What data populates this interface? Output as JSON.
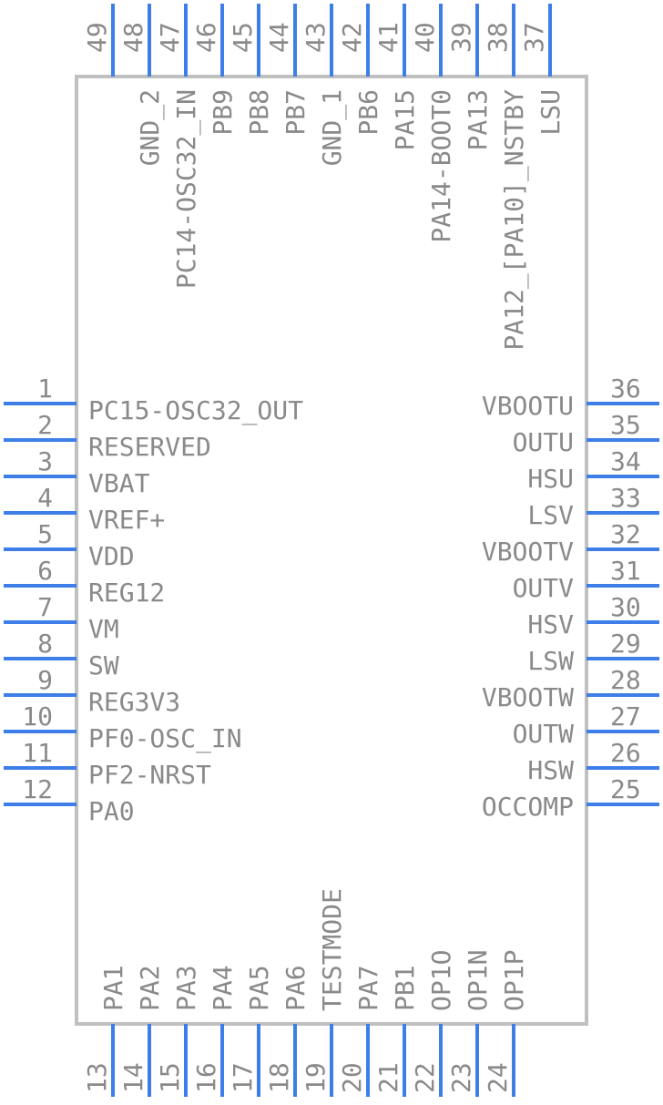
{
  "colors": {
    "body_outline": "#c0c0c0",
    "pin_line": "#3d7ee8",
    "text": "#8a8a8a",
    "background": "#ffffff"
  },
  "pins": {
    "left": [
      {
        "num": "1",
        "name": "PC15-OSC32_OUT"
      },
      {
        "num": "2",
        "name": "RESERVED"
      },
      {
        "num": "3",
        "name": "VBAT"
      },
      {
        "num": "4",
        "name": "VREF+"
      },
      {
        "num": "5",
        "name": "VDD"
      },
      {
        "num": "6",
        "name": "REG12"
      },
      {
        "num": "7",
        "name": "VM"
      },
      {
        "num": "8",
        "name": "SW"
      },
      {
        "num": "9",
        "name": "REG3V3"
      },
      {
        "num": "10",
        "name": "PF0-OSC_IN"
      },
      {
        "num": "11",
        "name": "PF2-NRST"
      },
      {
        "num": "12",
        "name": "PA0"
      }
    ],
    "bottom": [
      {
        "num": "13",
        "name": "PA1"
      },
      {
        "num": "14",
        "name": "PA2"
      },
      {
        "num": "15",
        "name": "PA3"
      },
      {
        "num": "16",
        "name": "PA4"
      },
      {
        "num": "17",
        "name": "PA5"
      },
      {
        "num": "18",
        "name": "PA6"
      },
      {
        "num": "19",
        "name": "TESTMODE"
      },
      {
        "num": "20",
        "name": "PA7"
      },
      {
        "num": "21",
        "name": "PB1"
      },
      {
        "num": "22",
        "name": "OP1O"
      },
      {
        "num": "23",
        "name": "OP1N"
      },
      {
        "num": "24",
        "name": "OP1P"
      }
    ],
    "right": [
      {
        "num": "25",
        "name": "OCCOMP"
      },
      {
        "num": "26",
        "name": "HSW"
      },
      {
        "num": "27",
        "name": "OUTW"
      },
      {
        "num": "28",
        "name": "VBOOTW"
      },
      {
        "num": "29",
        "name": "LSW"
      },
      {
        "num": "30",
        "name": "HSV"
      },
      {
        "num": "31",
        "name": "OUTV"
      },
      {
        "num": "32",
        "name": "VBOOTV"
      },
      {
        "num": "33",
        "name": "LSV"
      },
      {
        "num": "34",
        "name": "HSU"
      },
      {
        "num": "35",
        "name": "OUTU"
      },
      {
        "num": "36",
        "name": "VBOOTU"
      }
    ],
    "top": [
      {
        "num": "37",
        "name": "LSU"
      },
      {
        "num": "38",
        "name": "PA12_[PA10]_NSTBY"
      },
      {
        "num": "39",
        "name": "PA13"
      },
      {
        "num": "40",
        "name": "PA14-BOOT0"
      },
      {
        "num": "41",
        "name": "PA15"
      },
      {
        "num": "42",
        "name": "PB6"
      },
      {
        "num": "43",
        "name": "GND_1"
      },
      {
        "num": "44",
        "name": "PB7"
      },
      {
        "num": "45",
        "name": "PB8"
      },
      {
        "num": "46",
        "name": "PB9"
      },
      {
        "num": "47",
        "name": "PC14-OSC32_IN"
      },
      {
        "num": "48",
        "name": "GND_2"
      },
      {
        "num": "49",
        "name": ""
      }
    ]
  }
}
